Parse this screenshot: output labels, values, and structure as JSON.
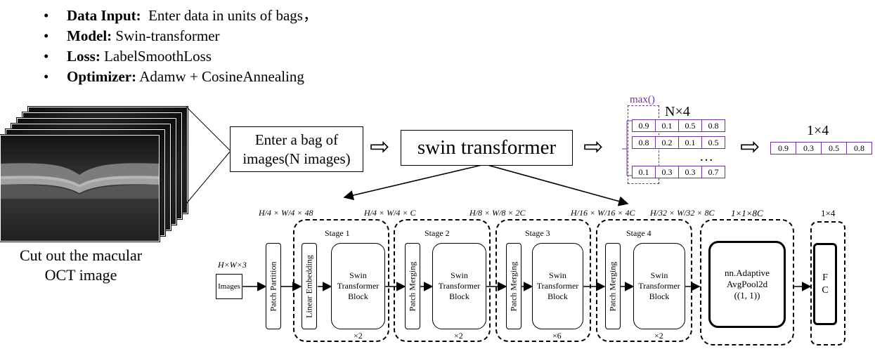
{
  "bullets": [
    {
      "key": "Data Input:",
      "value": "  Enter data in units of bags，"
    },
    {
      "key": "Model:",
      "value": " Swin-transformer"
    },
    {
      "key": "Loss:",
      "value": " LabelSmoothLoss"
    },
    {
      "key": "Optimizer:",
      "value": " Adamw + CosineAnnealing"
    }
  ],
  "bullet_symbol": "•",
  "oct_caption_line1": "Cut out the macular",
  "oct_caption_line2": "OCT image",
  "bag_box_line1": "Enter a bag of",
  "bag_box_line2": "images(N images)",
  "swin_box": "swin transformer",
  "hollow_arrow": "⇨",
  "max_label": "max()",
  "matrix_label": "N×4",
  "matrix_rows": [
    [
      "0.9",
      "0.1",
      "0.5",
      "0.8"
    ],
    [
      "0.8",
      "0.2",
      "0.1",
      "0.5"
    ],
    [
      "0.1",
      "0.3",
      "0.3",
      "0.7"
    ]
  ],
  "matrix_ellipsis": "…",
  "result_label": "1×4",
  "result_row": [
    "0.9",
    "0.3",
    "0.5",
    "0.8"
  ],
  "arch": {
    "input_dim": "H×W×3",
    "images_label": "Images",
    "patch_partition": "Patch Partition",
    "linear_embedding": "Linear Embedding",
    "patch_merging": "Patch Merging",
    "swin_block_line1": "Swin",
    "swin_block_line2": "Transformer",
    "swin_block_line3": "Block",
    "stages": [
      {
        "label": "Stage 1",
        "mult": "×2",
        "dim": "H/4 × W/4 × C"
      },
      {
        "label": "Stage 2",
        "mult": "×2",
        "dim": "H/8 × W/8 × 2C"
      },
      {
        "label": "Stage 3",
        "mult": "×6",
        "dim": "H/16 × W/16 × 4C"
      },
      {
        "label": "Stage 4",
        "mult": "×2",
        "dim": "H/32 × W/32 × 8C"
      }
    ],
    "partition_dim": "H/4 × W/4 × 48",
    "pool_dim": "1×1×8C",
    "pool_line1": "nn.Adaptive",
    "pool_line2": "AvgPool2d",
    "pool_line3": "((1, 1))",
    "fc_dim": "1×4",
    "fc_line1": "F",
    "fc_line2": "C"
  }
}
